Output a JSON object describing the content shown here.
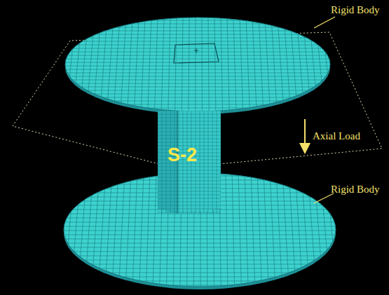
{
  "diagram": {
    "nodes": [
      {
        "text": [
          "S-2"
        ]
      }
    ],
    "labels": [
      "Rigid Body",
      "Axial Load",
      "Rigid Body"
    ]
  }
}
